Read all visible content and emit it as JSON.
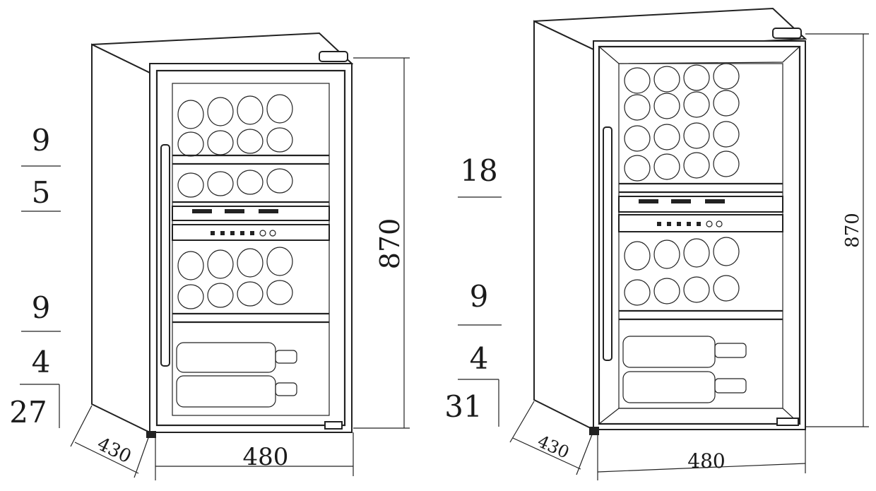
{
  "left_fridge": {
    "height_label": "870",
    "width_label": "480",
    "depth_label": "430",
    "upper_zone_fraction": {
      "numerator": "9",
      "denominator": "5"
    },
    "lower_zone_fraction": {
      "numerator": "9",
      "denominator": "4"
    },
    "total_bottles": "27"
  },
  "right_fridge": {
    "height_label": "870",
    "width_label": "480",
    "depth_label": "430",
    "upper_zone_count": "18",
    "lower_zone_fraction": {
      "numerator": "9",
      "denominator": "4"
    },
    "total_bottles": "31"
  }
}
